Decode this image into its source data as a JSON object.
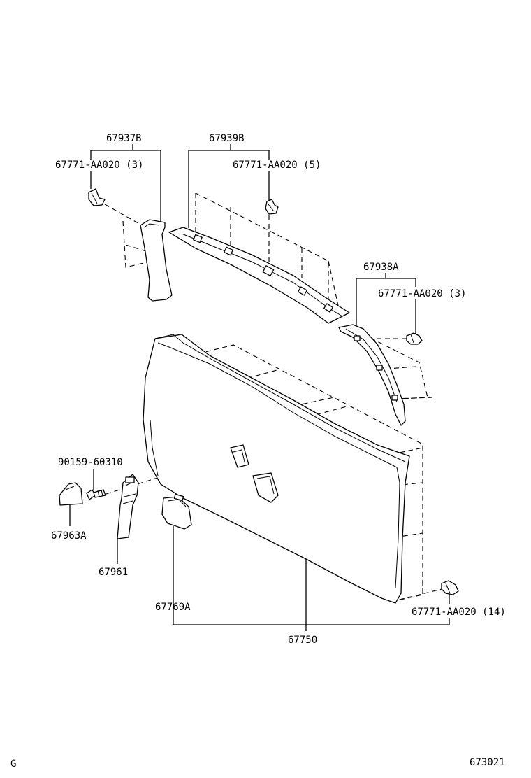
{
  "labels": {
    "pillar_left": "67937B",
    "clip_left": "67771-AA020 (3)",
    "header_trim": "67939B",
    "clip_header": "67771-AA020 (5)",
    "pillar_right": "67938A",
    "clip_right": "67771-AA020 (3)",
    "screw": "90159-60310",
    "cover": "67963A",
    "pull_handle": "67961",
    "service_lid": "67769A",
    "clip_door": "67771-AA020 (14)",
    "door_trim": "67750"
  },
  "footer": {
    "left_code": "G",
    "figure_number": "673021"
  }
}
